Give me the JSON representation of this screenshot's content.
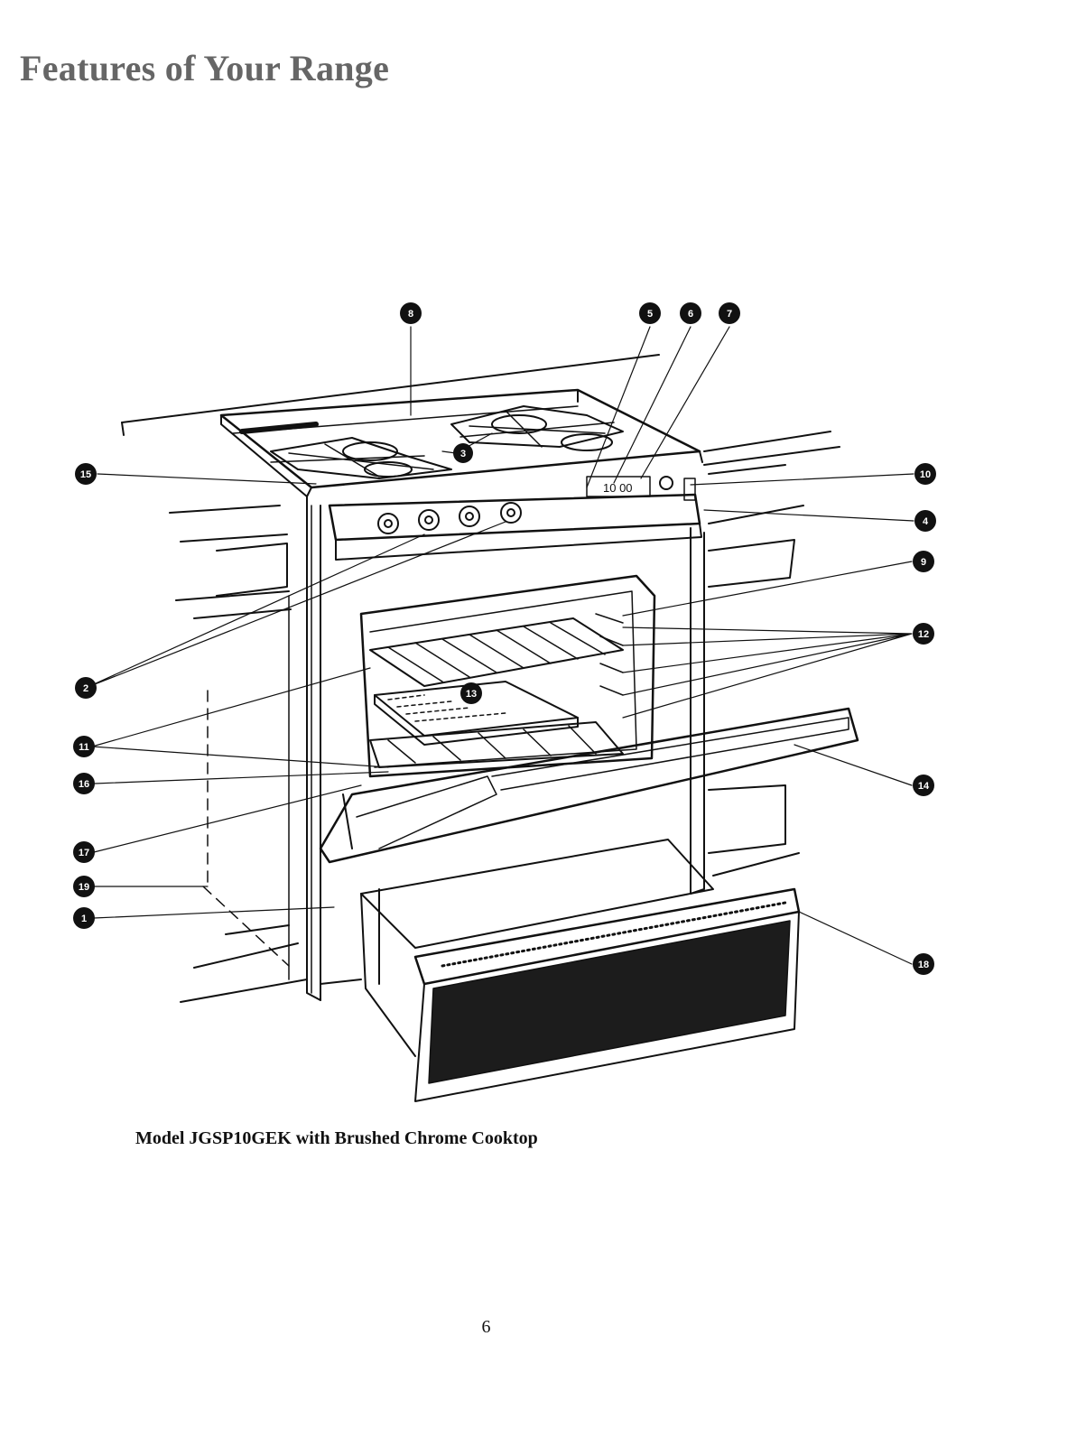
{
  "page": {
    "title": "Features of Your Range",
    "caption": "Model JGSP10GEK with Brushed Chrome Cooktop",
    "page_number": "6"
  },
  "callouts": [
    "2",
    "3",
    "4",
    "5",
    "6",
    "7",
    "8",
    "9",
    "10",
    "11",
    "12",
    "13",
    "14",
    "15",
    "16",
    "17",
    "18",
    "19",
    "1"
  ],
  "display": {
    "clock": "10 00"
  },
  "colors": {
    "ink": "#111111",
    "title": "#666666",
    "paper": "#ffffff"
  }
}
